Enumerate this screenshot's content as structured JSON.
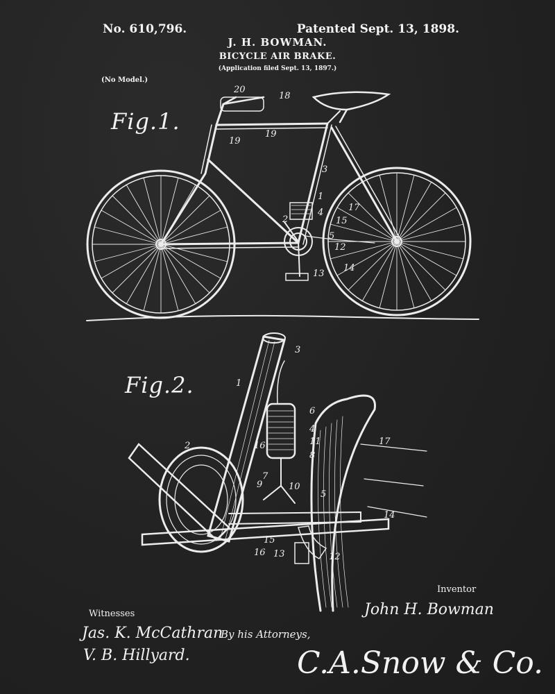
{
  "header": {
    "patent_number": "No. 610,796.",
    "patent_date": "Patented Sept. 13, 1898.",
    "inventor": "J. H. BOWMAN.",
    "title": "BICYCLE AIR BRAKE.",
    "application": "(Application filed Sept. 13, 1897.)",
    "no_model": "(No Model.)"
  },
  "figures": {
    "fig1": "Fig.1.",
    "fig2": "Fig.2."
  },
  "fig1_labels": {
    "l20": "20",
    "l18": "18",
    "l19a": "19",
    "l19b": "19",
    "l3": "3",
    "l1": "1",
    "l2": "2",
    "l4": "4",
    "l17": "17",
    "l15": "15",
    "l5": "5",
    "l12": "12",
    "l14": "14",
    "l13": "13"
  },
  "fig2_labels": {
    "l3": "3",
    "l1": "1",
    "l6": "6",
    "l4": "4",
    "l11": "11",
    "l8": "8",
    "l2": "2",
    "l16a": "16",
    "l7": "7",
    "l9": "9",
    "l10": "10",
    "l5": "5",
    "l17": "17",
    "l14": "14",
    "l15": "15",
    "l16b": "16",
    "l13": "13",
    "l12": "12"
  },
  "footer": {
    "inventor_label": "Inventor",
    "inventor_signature": "John H. Bowman",
    "witnesses_label": "Witnesses",
    "witness_1": "Jas. K. McCathran",
    "witness_2": "V. B. Hillyard.",
    "attorneys": "By his Attorneys,",
    "firm_signature": "C.A.Snow & Co."
  },
  "colors": {
    "background": "#232323",
    "ink": "#f2f2f2"
  }
}
